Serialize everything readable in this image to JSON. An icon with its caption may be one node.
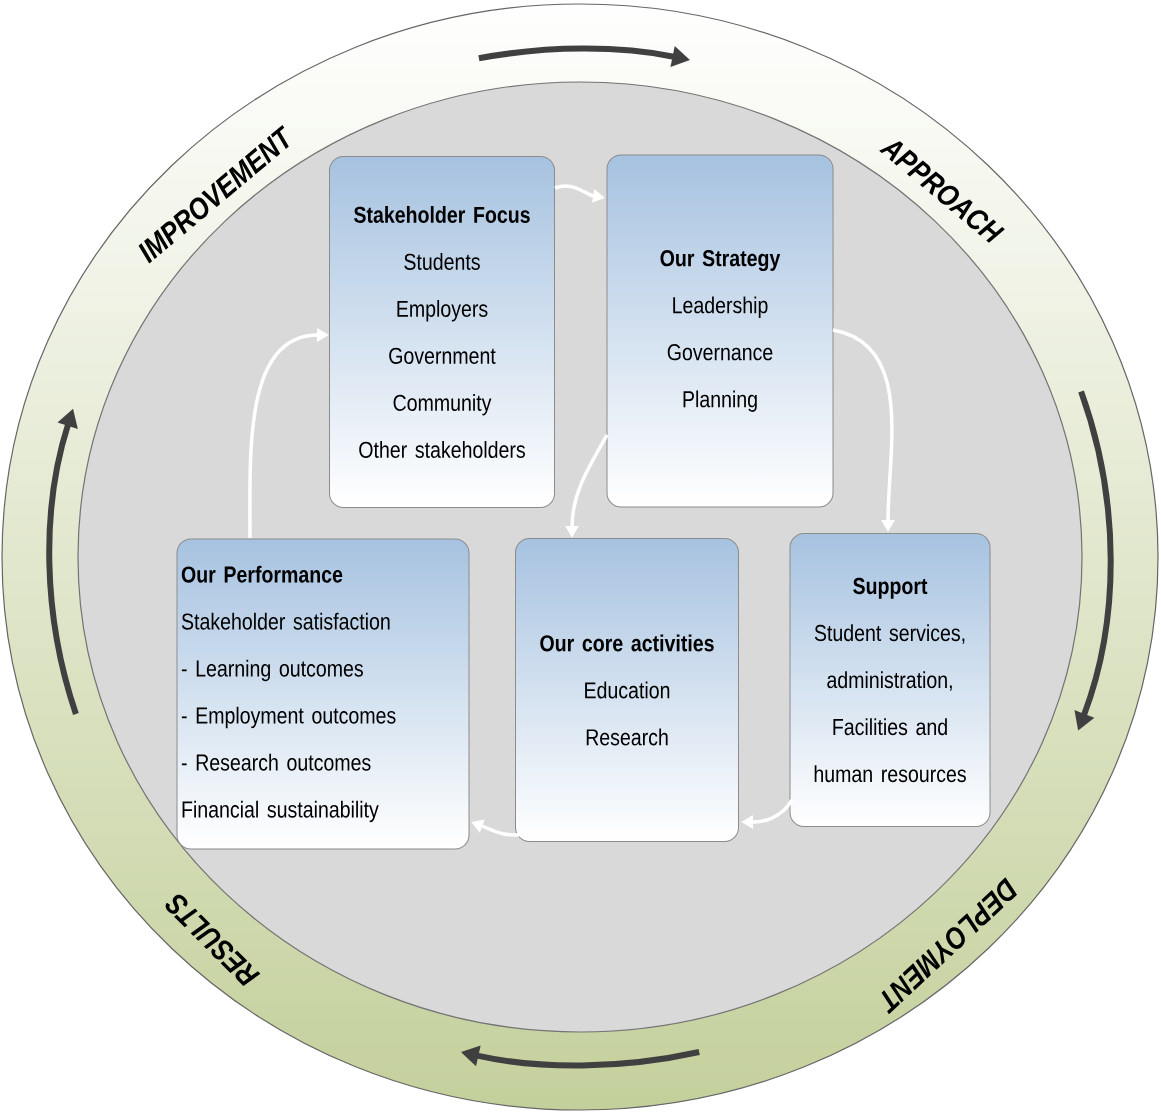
{
  "diagram": {
    "nodes": [
      {
        "text": [
          "Stakeholder Focus",
          "Students",
          "Employers",
          "Government",
          "Community",
          "Other stakeholders"
        ]
      },
      {
        "text": [
          "Our Strategy",
          "Leadership",
          "Governance",
          "Planning"
        ]
      },
      {
        "text": [
          "Our Performance",
          "Stakeholder satisfaction",
          "- Learning outcomes",
          "- Employment outcomes",
          "- Research outcomes",
          "Financial sustainability"
        ]
      },
      {
        "text": [
          "Our core activities",
          "Education",
          "Research"
        ]
      },
      {
        "text": [
          "Support",
          "Student services, administration, Facilities and human resources"
        ]
      }
    ],
    "edges": [
      {
        "from": 0,
        "to": 1,
        "arrow": "to"
      },
      {
        "from": 1,
        "to": 4,
        "arrow": "to"
      },
      {
        "from": 1,
        "to": 3,
        "arrow": "to"
      },
      {
        "from": 4,
        "to": 3,
        "arrow": "to"
      },
      {
        "from": 3,
        "to": 2,
        "arrow": "to"
      },
      {
        "from": 2,
        "to": 0,
        "arrow": "to"
      }
    ],
    "labels": [
      "IMPROVEMENT",
      "APPROACH",
      "DEPLOYMENT",
      "RESULTS"
    ]
  }
}
